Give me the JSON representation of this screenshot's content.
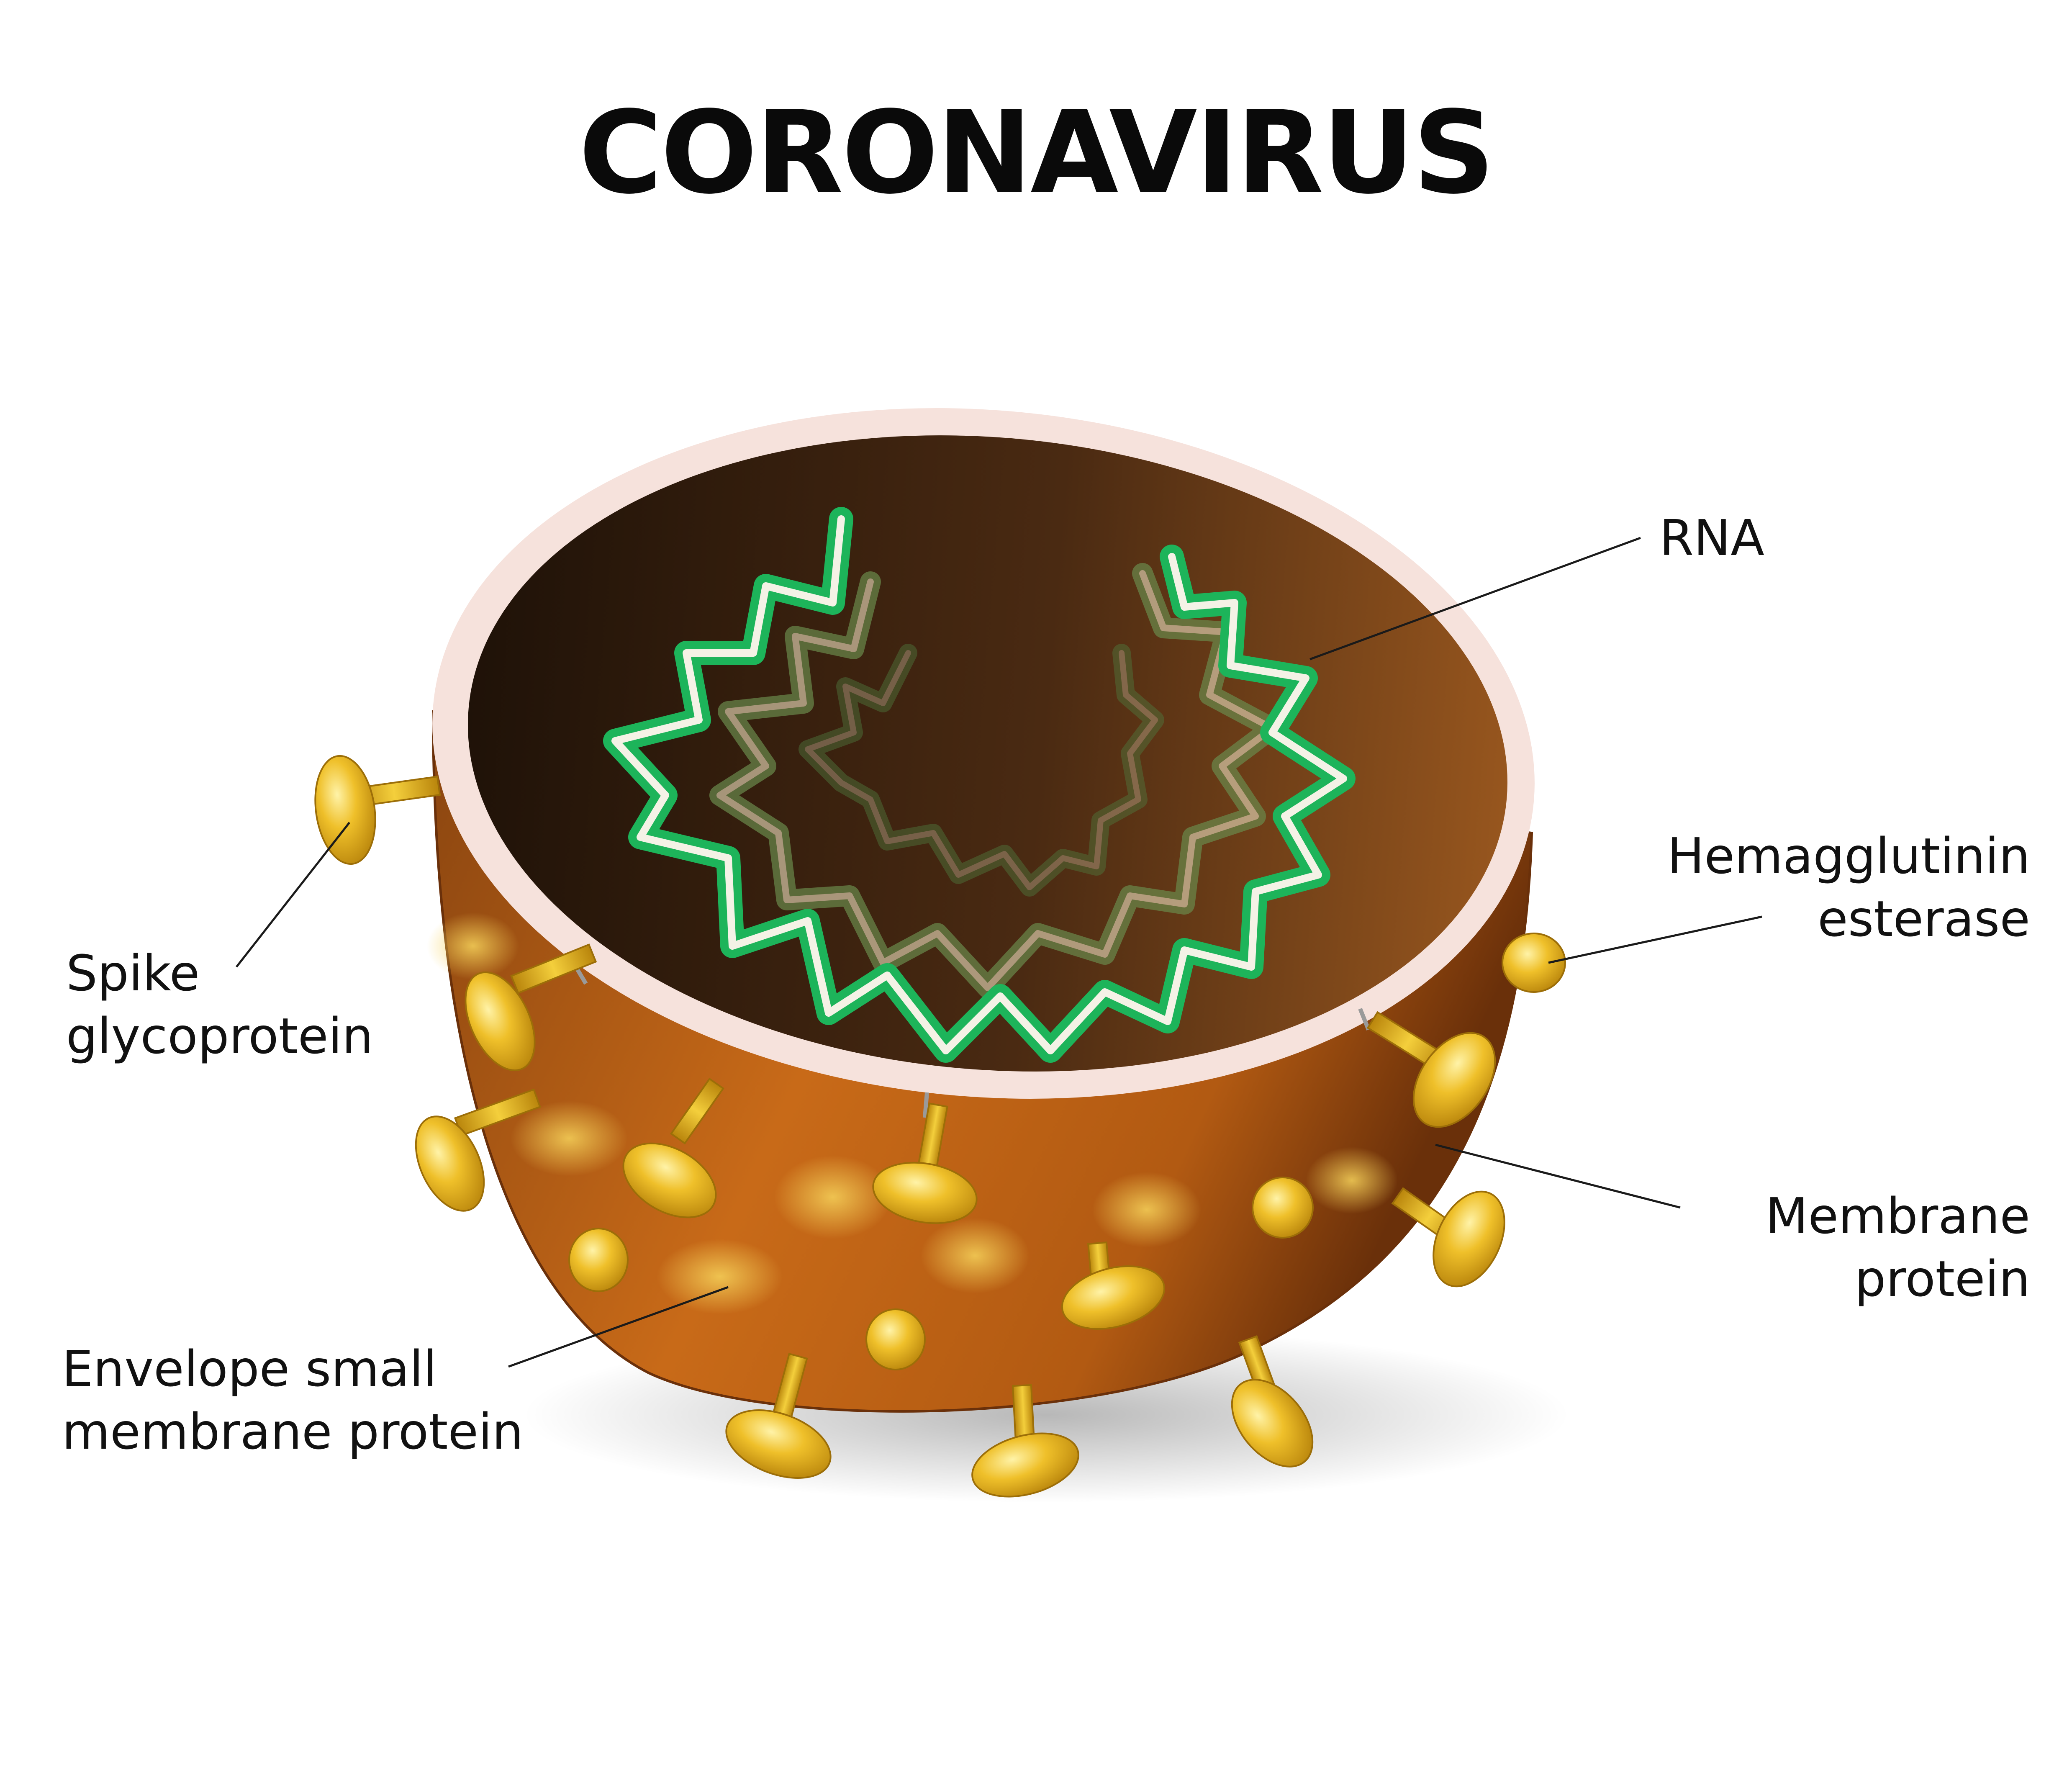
{
  "title": "CORONAVIRUS",
  "labels": {
    "rna": [
      "RNA"
    ],
    "hemagglutinin_esterase": [
      "Hemagglutinin",
      "esterase"
    ],
    "spike_glycoprotein": [
      "Spike",
      "glycoprotein"
    ],
    "membrane_protein": [
      "Membrane",
      "protein"
    ],
    "envelope_small_membrane_protein": [
      "Envelope small",
      "membrane protein"
    ]
  },
  "colors": {
    "shell_dark": "#7a3c0c",
    "shell_light": "#c9691a",
    "interior_dark": "#24150a",
    "interior_light": "#8a4c1c",
    "rim": "#f6e2dc",
    "protein": "#e8b21a",
    "rna_green": "#22b45e",
    "rna_core": "#f4f2e6",
    "leader_line": "#1a1a1a"
  }
}
